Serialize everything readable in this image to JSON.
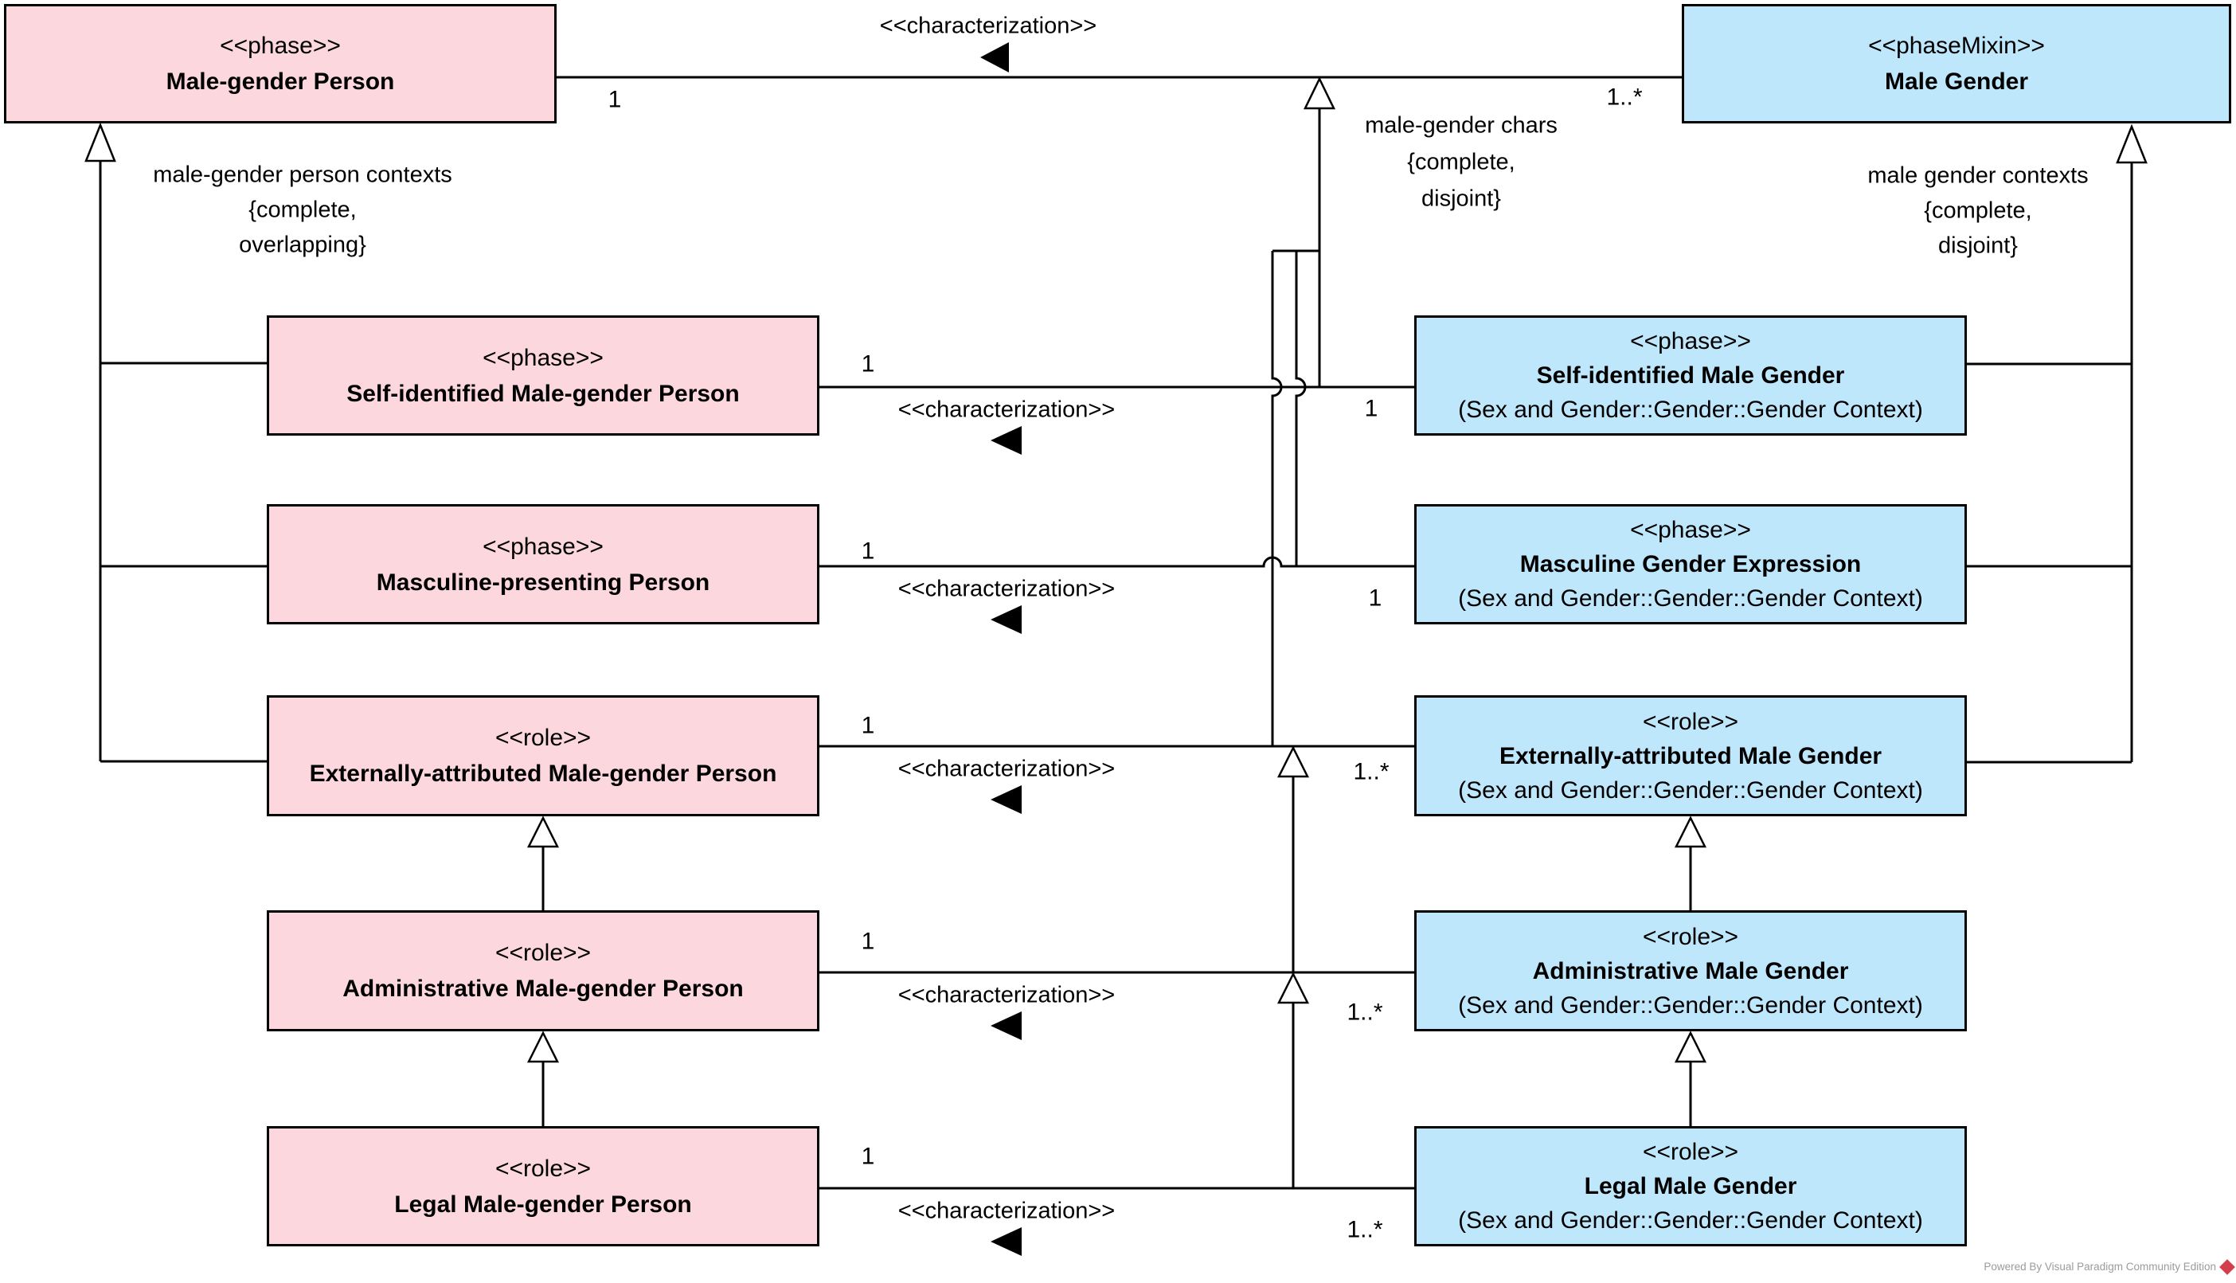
{
  "colors": {
    "pink": "#fcd7dd",
    "blue": "#bfe7fb",
    "stroke": "#000000",
    "bg": "#ffffff",
    "watermark-gray": "#9b9b9b",
    "logo-red": "#d43f4e"
  },
  "top": {
    "left": {
      "stereotype": "<<phase>>",
      "name": "Male-gender Person"
    },
    "right": {
      "stereotype": "<<phaseMixin>>",
      "name": "Male Gender"
    },
    "assoc_label": "<<characterization>>",
    "left_mult": "1",
    "right_mult": "1..*"
  },
  "notes": {
    "left": [
      "male-gender person contexts",
      "{complete,",
      "overlapping}"
    ],
    "center": [
      "male-gender chars",
      "{complete,",
      "disjoint}"
    ],
    "right": [
      "male gender contexts",
      "{complete,",
      "disjoint}"
    ]
  },
  "rows": [
    {
      "left": {
        "stereotype": "<<phase>>",
        "name": "Self-identified Male-gender Person"
      },
      "right": {
        "stereotype": "<<phase>>",
        "name": "Self-identified Male Gender",
        "context": "(Sex and Gender::Gender::Gender Context)"
      },
      "assoc_label": "<<characterization>>",
      "left_mult": "1",
      "right_mult": "1"
    },
    {
      "left": {
        "stereotype": "<<phase>>",
        "name": "Masculine-presenting Person"
      },
      "right": {
        "stereotype": "<<phase>>",
        "name": "Masculine Gender Expression",
        "context": "(Sex and Gender::Gender::Gender Context)"
      },
      "assoc_label": "<<characterization>>",
      "left_mult": "1",
      "right_mult": "1"
    },
    {
      "left": {
        "stereotype": "<<role>>",
        "name": "Externally-attributed Male-gender Person"
      },
      "right": {
        "stereotype": "<<role>>",
        "name": "Externally-attributed Male Gender",
        "context": "(Sex and Gender::Gender::Gender Context)"
      },
      "assoc_label": "<<characterization>>",
      "left_mult": "1",
      "right_mult": "1..*"
    },
    {
      "left": {
        "stereotype": "<<role>>",
        "name": "Administrative Male-gender Person"
      },
      "right": {
        "stereotype": "<<role>>",
        "name": "Administrative Male Gender",
        "context": "(Sex and Gender::Gender::Gender Context)"
      },
      "assoc_label": "<<characterization>>",
      "left_mult": "1",
      "right_mult": "1..*"
    },
    {
      "left": {
        "stereotype": "<<role>>",
        "name": "Legal Male-gender Person"
      },
      "right": {
        "stereotype": "<<role>>",
        "name": "Legal Male Gender",
        "context": "(Sex and Gender::Gender::Gender Context)"
      },
      "assoc_label": "<<characterization>>",
      "left_mult": "1",
      "right_mult": "1..*"
    }
  ],
  "watermark": {
    "text": "Powered By Visual Paradigm Community Edition"
  }
}
